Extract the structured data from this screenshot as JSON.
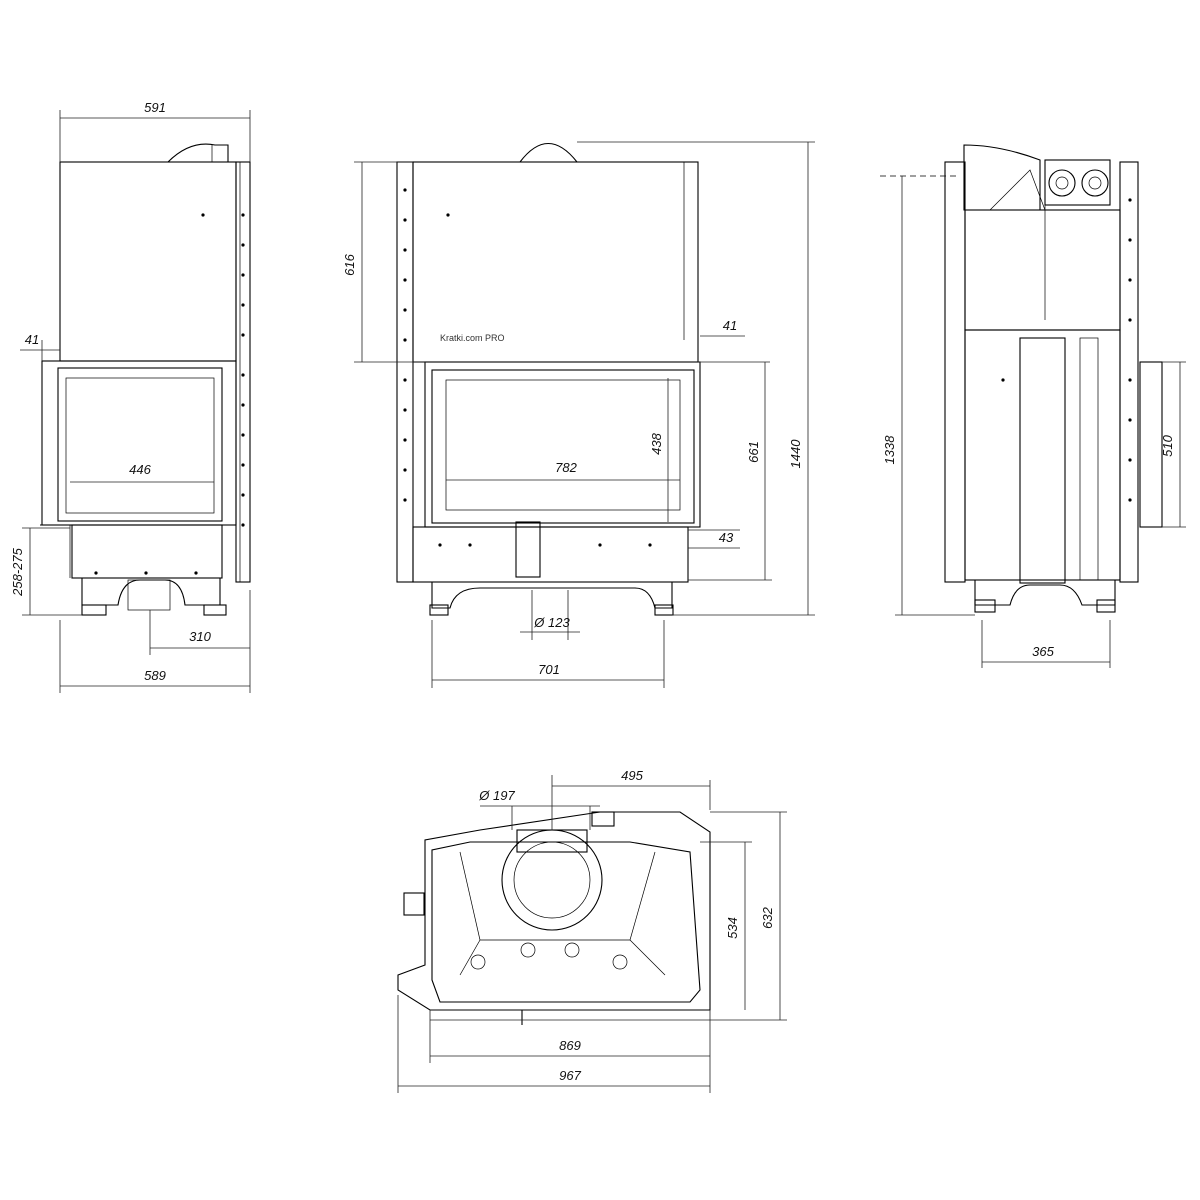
{
  "dimensions": {
    "front_left": {
      "top_width": "591",
      "offset": "41",
      "glass_width": "446",
      "leg_height": "258-275",
      "flue_offset": "310",
      "base_width": "589"
    },
    "front_center": {
      "upper_height": "616",
      "right_offset": "41",
      "glass_height": "438",
      "glass_width": "782",
      "door_height": "661",
      "total_height": "1440",
      "bottom_gap": "43",
      "air_inlet": "Ø 123",
      "feet_width": "701"
    },
    "side": {
      "height": "1338",
      "vent_height": "510",
      "depth": "365"
    },
    "top": {
      "flue_diameter": "Ø 197",
      "flue_offset": "495",
      "inner_depth": "534",
      "outer_depth": "632",
      "inner_width": "869",
      "outer_width": "967"
    }
  },
  "brand": {
    "logo_text": "Kratki.com PRO"
  }
}
